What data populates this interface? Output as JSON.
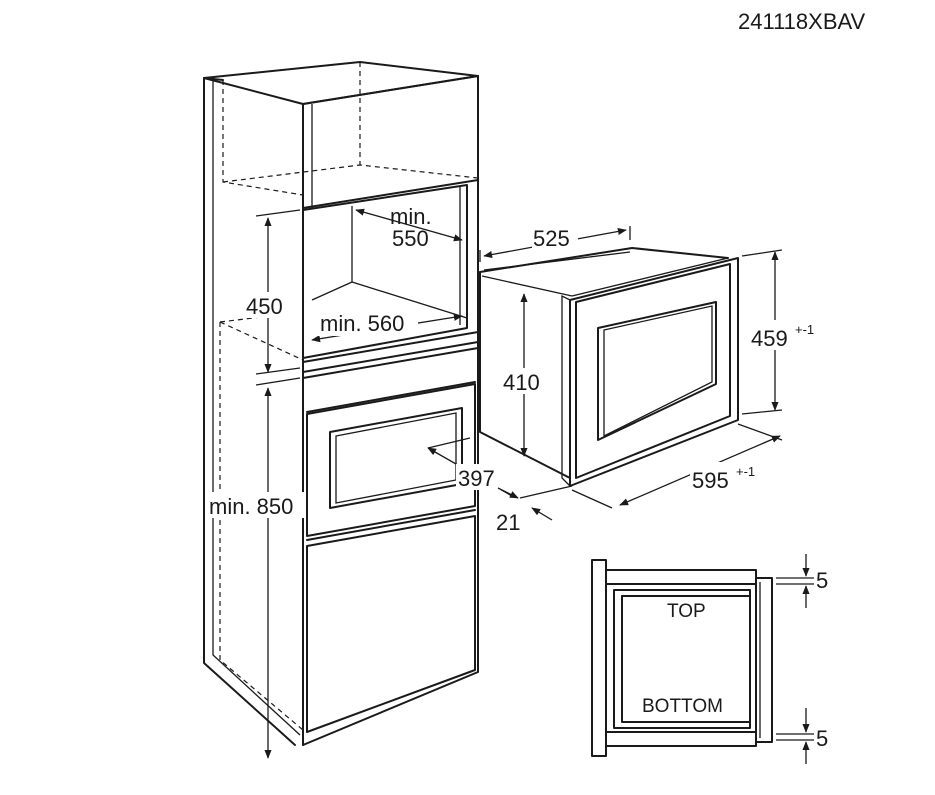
{
  "drawing_code": "241118XBAV",
  "cabinet": {
    "niche_depth_label": "min.",
    "niche_depth_value": "550",
    "niche_height": "450",
    "niche_width": "min. 560",
    "floor_height": "min. 850"
  },
  "appliance": {
    "depth": "525",
    "body_height": "410",
    "front_height": "459",
    "front_height_tol": "+-1",
    "front_width": "595",
    "front_width_tol": "+-1",
    "door_offset": "397",
    "front_thickness": "21"
  },
  "detail": {
    "top_label": "TOP",
    "bottom_label": "BOTTOM",
    "top_gap": "5",
    "bottom_gap": "5"
  },
  "colors": {
    "line": "#1a1a1a",
    "background": "#ffffff"
  }
}
